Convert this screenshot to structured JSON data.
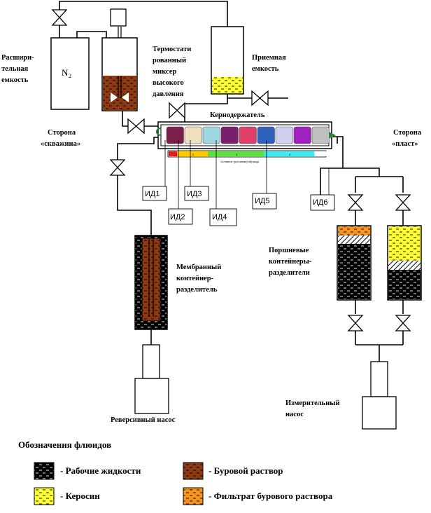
{
  "labels": {
    "expansion_tank": [
      "Расшири-",
      "тельная",
      "емкость"
    ],
    "n2": "N",
    "n2_sub": "2",
    "mixer": [
      "Термостати",
      "рованный",
      "миксер",
      "высокого",
      "давления"
    ],
    "receiving_tank": [
      "Приемная",
      "емкость"
    ],
    "core_holder": "Кернодержатель",
    "well_side": [
      "Сторона",
      "«скважина»"
    ],
    "reservoir_side": [
      "Сторона",
      "«пласт»"
    ],
    "membrane": [
      "Мембранный",
      "контейнер-",
      "разделитель"
    ],
    "piston": [
      "Поршневые",
      "контейнеры-",
      "разделители"
    ],
    "reverse_pump": "Реверсивный насос",
    "measuring_pump": [
      "Измерительный",
      "насос"
    ],
    "scale_caption": "Условное (условная) образца"
  },
  "sensors": [
    "ИД1",
    "ИД2",
    "ИД3",
    "ИД4",
    "ИД5",
    "ИД6"
  ],
  "scale_numbers": [
    "1",
    "2",
    "3",
    "4"
  ],
  "legend": {
    "title": "Обозначения флюидов",
    "items": [
      {
        "label": "- Рабочие жидкости",
        "color": "#000000"
      },
      {
        "label": "- Буровой раствор",
        "color": "#8b3a14"
      },
      {
        "label": "- Керосин",
        "color": "#ffff33"
      },
      {
        "label": "- Фильтрат бурового раствора",
        "color": "#f7941d"
      }
    ]
  },
  "colors": {
    "drilling_mud": "#8b3a14",
    "kerosene": "#ffff33",
    "filtrate": "#f7941d",
    "working_fluid": "#000000",
    "arrow": "#1e8c2e",
    "core_segments": [
      "#7a1f4a",
      "#f0e0c0",
      "#9fd8e0",
      "#7b1e6e",
      "#e0406a",
      "#3060c0",
      "#d0d0f0",
      "#a020c0",
      "#c0c0c0"
    ],
    "scale_segments": [
      "#e02020",
      "#ffcc00",
      "#60e040",
      "#40e8f0",
      "#ffffff"
    ]
  }
}
